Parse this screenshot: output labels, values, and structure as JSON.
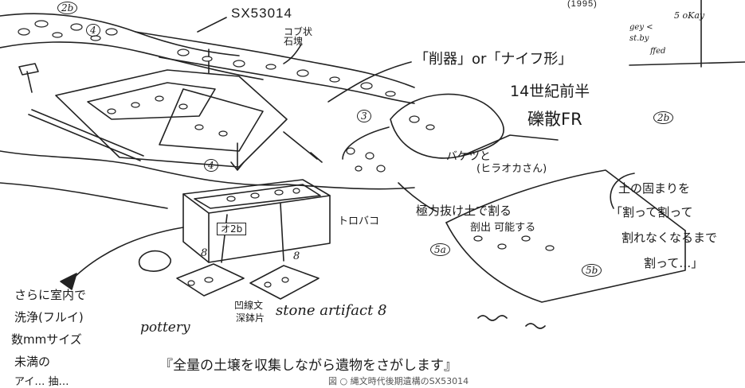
{
  "sketch": {
    "feature_label": "SX53014",
    "year_fragment": "(1995)",
    "top_right_note": [
      "5  oKay",
      "gey <",
      "st.by",
      "ffed"
    ],
    "layer_labels": {
      "l2b_top": "2b",
      "l4_a": "4",
      "l4_b": "4",
      "l3": "3",
      "l5a": "5a",
      "l5b": "5b"
    },
    "annotations": {
      "cobble_layer": "コブ状\n石塊",
      "scraper": "「削器」or「ナイフ形」",
      "century": "14世紀前半",
      "gravel": "礫散FR",
      "gravel_ref": "2b",
      "bucket_who": "バケツと",
      "bucket_name": "(ヒラオカさん)",
      "break_soil": "極力抜け土で割る",
      "break_soil_2": "剖出 可能する",
      "tray": "トロバコ",
      "tray_tag": "オ2b",
      "clump_title": "土の固まりを",
      "clump_l1": "「割って割って",
      "clump_l2": "割れなくなるまで",
      "clump_l3": "割って…」",
      "wash_l1": "さらに室内で",
      "wash_l2": "洗浄(フルイ)",
      "wash_l3": "数mmサイズ",
      "wash_l4": "未満の",
      "wash_l5": "アイ… 抽…",
      "pottery": "pottery",
      "jomon_l1": "凹線文",
      "jomon_l2": "深鉢片",
      "stone": "stone artifact 8",
      "mark_1": "8",
      "mark_2": "8",
      "bottom_line": "『全量の土壌を収集しながら遺物をさがします』",
      "caption_fragment": "図 ○ 縄文時代後期遺構のSX53014"
    }
  }
}
